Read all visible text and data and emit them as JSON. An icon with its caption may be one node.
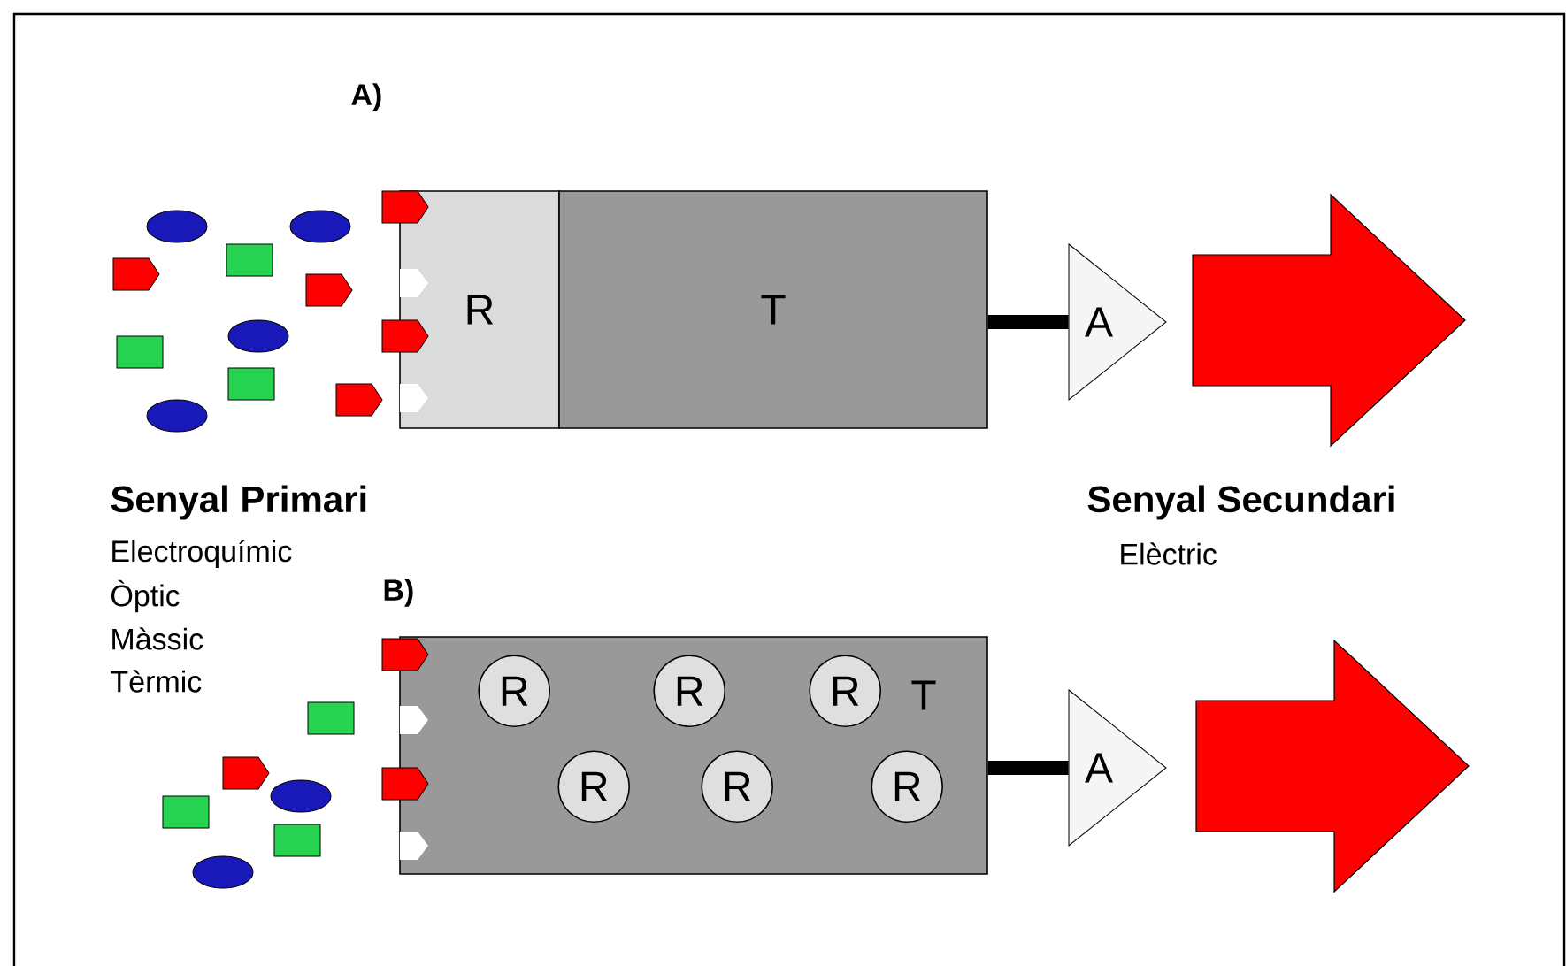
{
  "diagram": {
    "nodes": [
      {
        "text": [
          "R"
        ]
      },
      {
        "text": [
          "T"
        ]
      },
      {
        "text": [
          "A"
        ]
      },
      {
        "text": [],
        "shape": "arrow"
      },
      {
        "text": [
          "T"
        ]
      },
      {
        "text": [
          "R"
        ],
        "in": 4
      },
      {
        "text": [
          "R"
        ],
        "in": 4
      },
      {
        "text": [
          "R"
        ],
        "in": 4
      },
      {
        "text": [
          "R"
        ],
        "in": 4
      },
      {
        "text": [
          "R"
        ],
        "in": 4
      },
      {
        "text": [
          "R"
        ],
        "in": 4
      },
      {
        "text": [
          "A"
        ]
      },
      {
        "text": [],
        "shape": "arrow"
      }
    ],
    "edges": [
      {
        "from": 1,
        "to": 2,
        "arrow": "none"
      },
      {
        "from": 4,
        "to": 11,
        "arrow": "none"
      }
    ],
    "labels": [
      "A)",
      "Senyal Primari",
      "Senyal Secundari",
      "Electroquímic",
      "Elèctric",
      "B)",
      "Òptic",
      "Màssic",
      "Tèrmic"
    ]
  }
}
